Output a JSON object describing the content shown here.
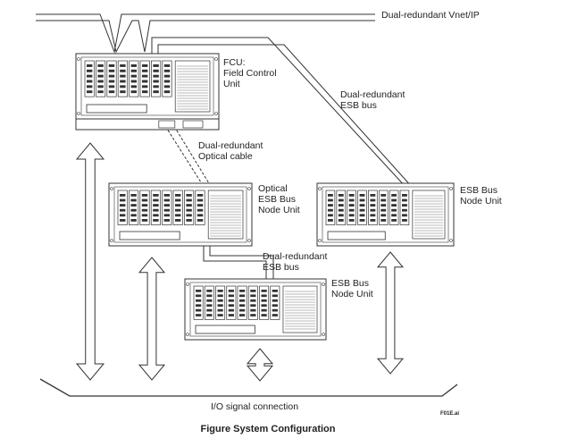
{
  "labels": {
    "vnet": "Dual-redundant Vnet/IP",
    "fcu": [
      "FCU:",
      "Field Control",
      "Unit"
    ],
    "esb_bus_top": [
      "Dual-redundant",
      "ESB bus"
    ],
    "optical_cable": [
      "Dual-redundant",
      "Optical cable"
    ],
    "optical_node": [
      "Optical",
      "ESB Bus",
      "Node Unit"
    ],
    "right_node": [
      "ESB Bus",
      "Node Unit"
    ],
    "esb_bus_mid": [
      "Dual-redundant",
      "ESB bus"
    ],
    "mid_node": [
      "ESB Bus",
      "Node Unit"
    ],
    "io_signal": "I/O signal connection",
    "file_id": "F01E.ai"
  },
  "caption": "Figure  System Configuration"
}
